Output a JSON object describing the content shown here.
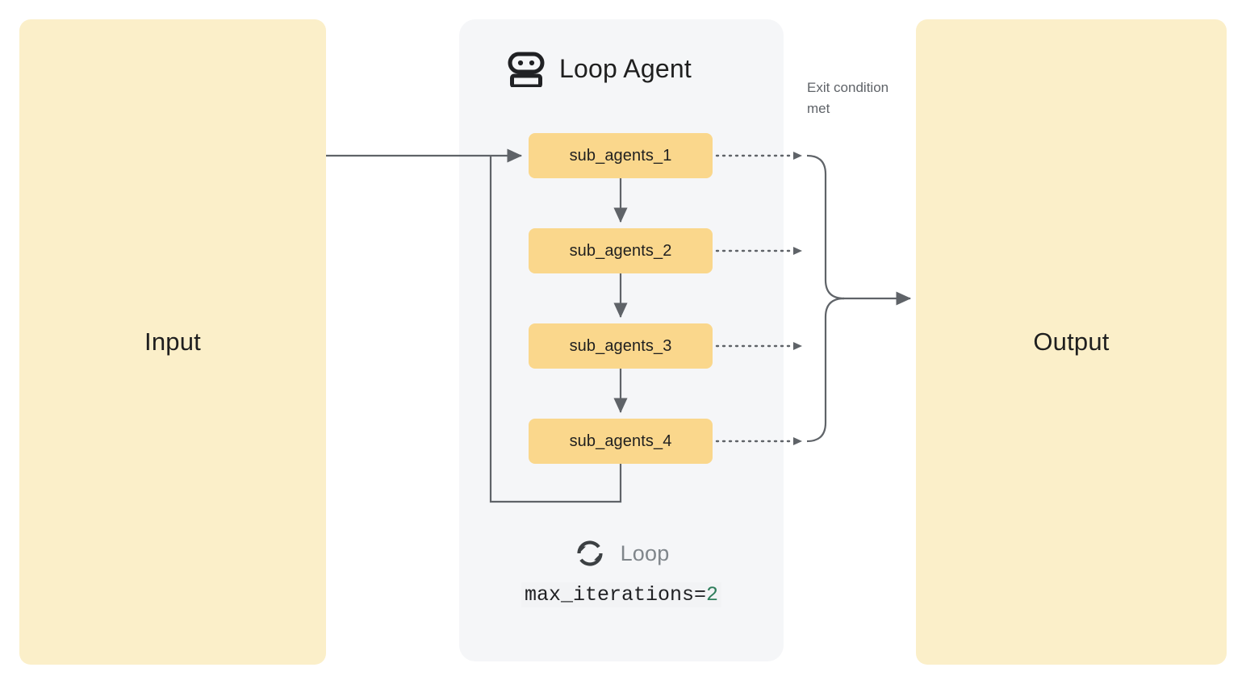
{
  "colors": {
    "panel_io_bg": "#FBEFC9",
    "agent_panel_bg": "#F5F6F8",
    "agent_box_bg": "#FAD78C",
    "edge": "#5F6368",
    "text_primary": "#1F1F1F",
    "text_muted": "#80868B",
    "code_number": "#2E7D5B"
  },
  "input_panel": {
    "label": "Input"
  },
  "output_panel": {
    "label": "Output"
  },
  "loop_agent": {
    "title": "Loop Agent",
    "icon": "robot-icon",
    "sub_agents": [
      {
        "label": "sub_agents_1"
      },
      {
        "label": "sub_agents_2"
      },
      {
        "label": "sub_agents_3"
      },
      {
        "label": "sub_agents_4"
      }
    ],
    "exit_condition_label": "Exit condition met",
    "footer": {
      "icon": "loop-refresh-icon",
      "label": "Loop",
      "config_key": "max_iterations=",
      "config_value": "2"
    }
  }
}
